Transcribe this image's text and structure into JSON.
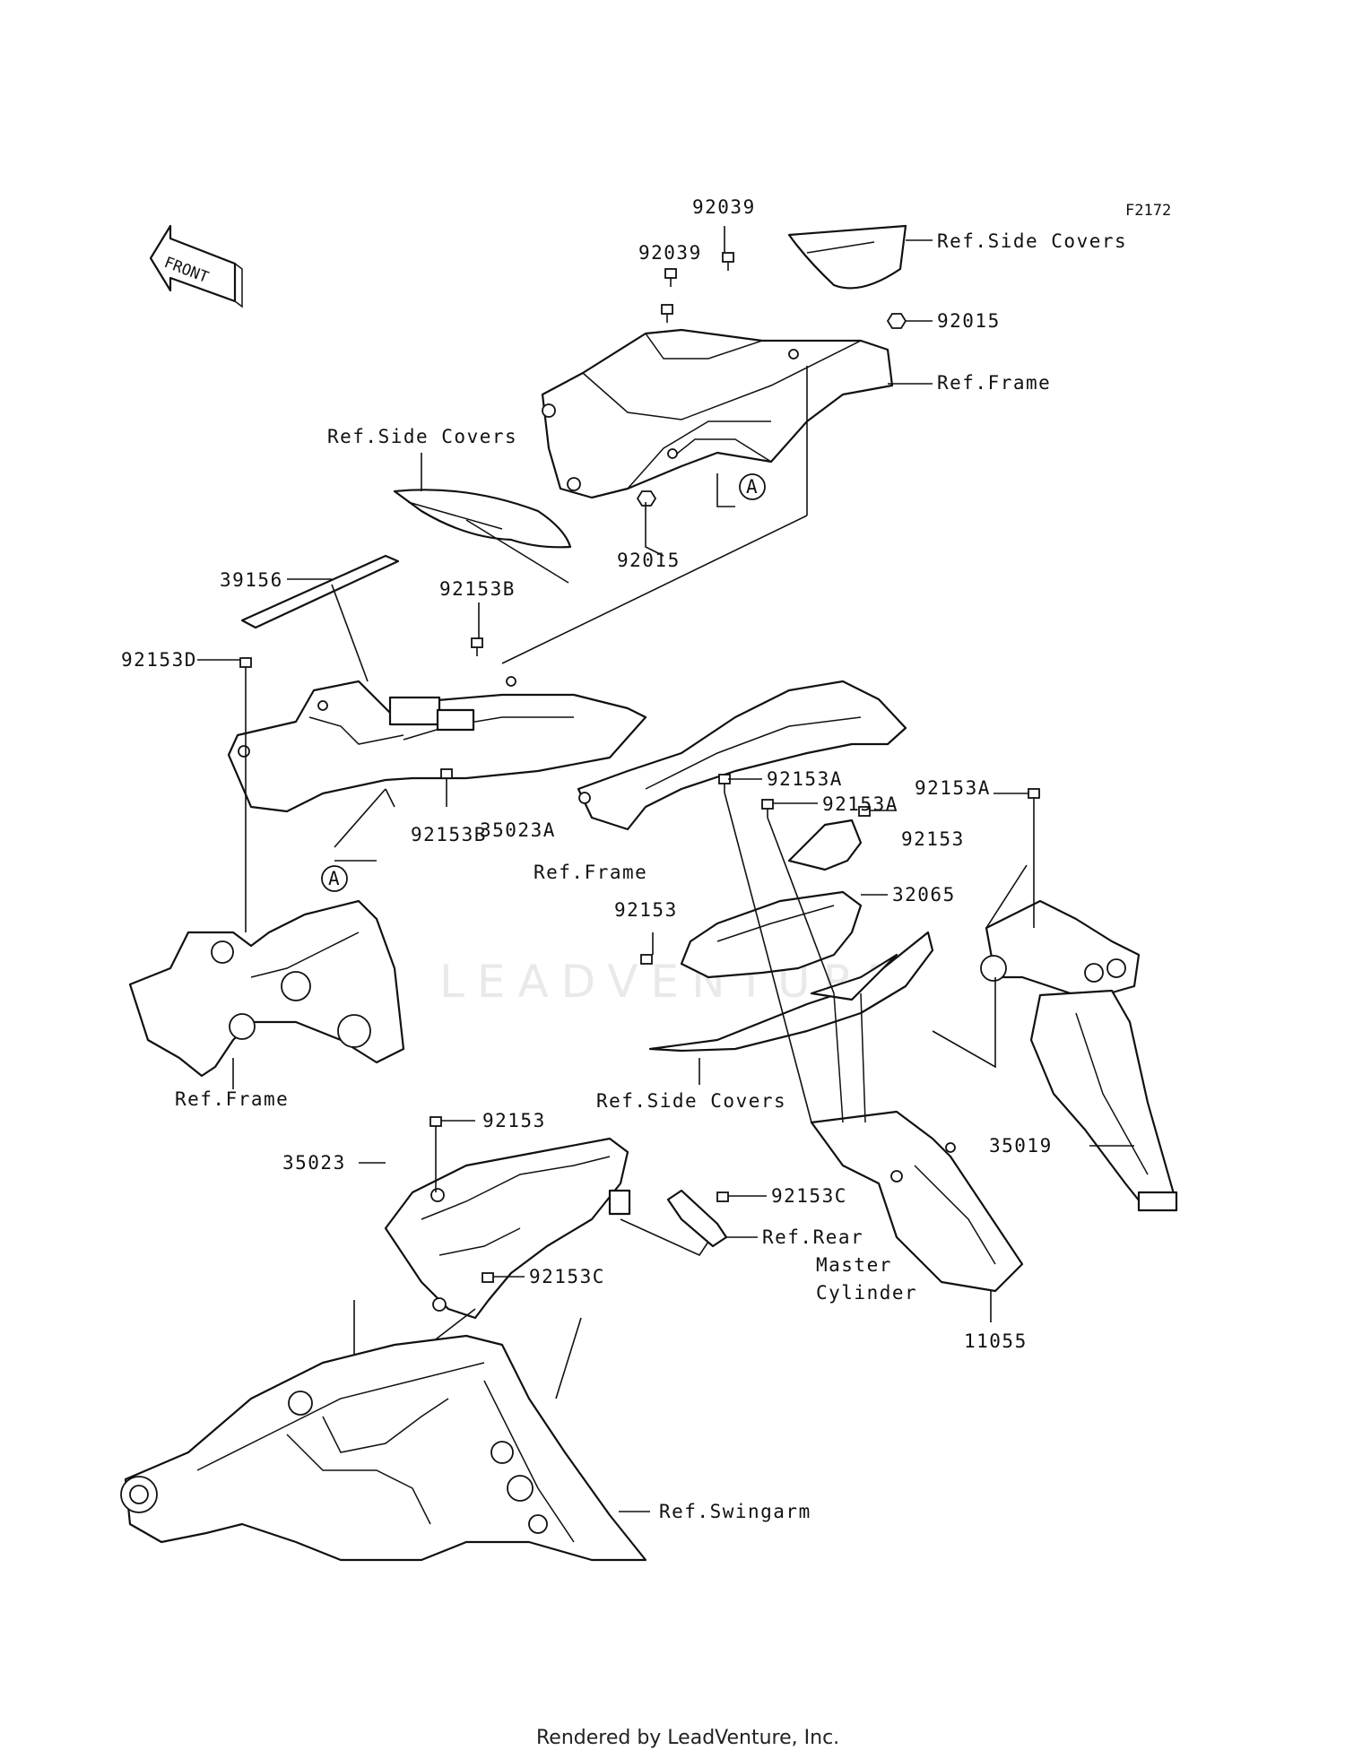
{
  "diagram_code": "F2172",
  "front_arrow_label": "FRONT",
  "watermark": "LEADVENTURE",
  "footer": "Rendered by LeadVenture, Inc.",
  "callouts": {
    "c92039_top": "92039",
    "c92039_mid": "92039",
    "ref_side_covers_top": "Ref.Side Covers",
    "c92015_right": "92015",
    "ref_frame_top": "Ref.Frame",
    "ref_side_covers_left": "Ref.Side Covers",
    "c92015_bottom": "92015",
    "marker_a_top": "A",
    "c39156": "39156",
    "c92153B_top": "92153B",
    "c92153D": "92153D",
    "c35023A": "35023A",
    "marker_a_left": "A",
    "c92153B_bottom": "92153B",
    "ref_frame_mid": "Ref.Frame",
    "c92153A_1": "92153A",
    "c92153A_2": "92153A",
    "c92153A_3": "92153A",
    "c92153_right": "92153",
    "c32065": "32065",
    "c92153_left": "92153",
    "ref_frame_left": "Ref.Frame",
    "ref_side_covers_bottom": "Ref.Side Covers",
    "c35019": "35019",
    "c92153_bottom": "92153",
    "c35023": "35023",
    "c92153C_right": "92153C",
    "c92153C_left": "92153C",
    "ref_rear_master_1": "Ref.Rear",
    "ref_rear_master_2": "Master",
    "ref_rear_master_3": "Cylinder",
    "c11055": "11055",
    "ref_swingarm": "Ref.Swingarm"
  }
}
